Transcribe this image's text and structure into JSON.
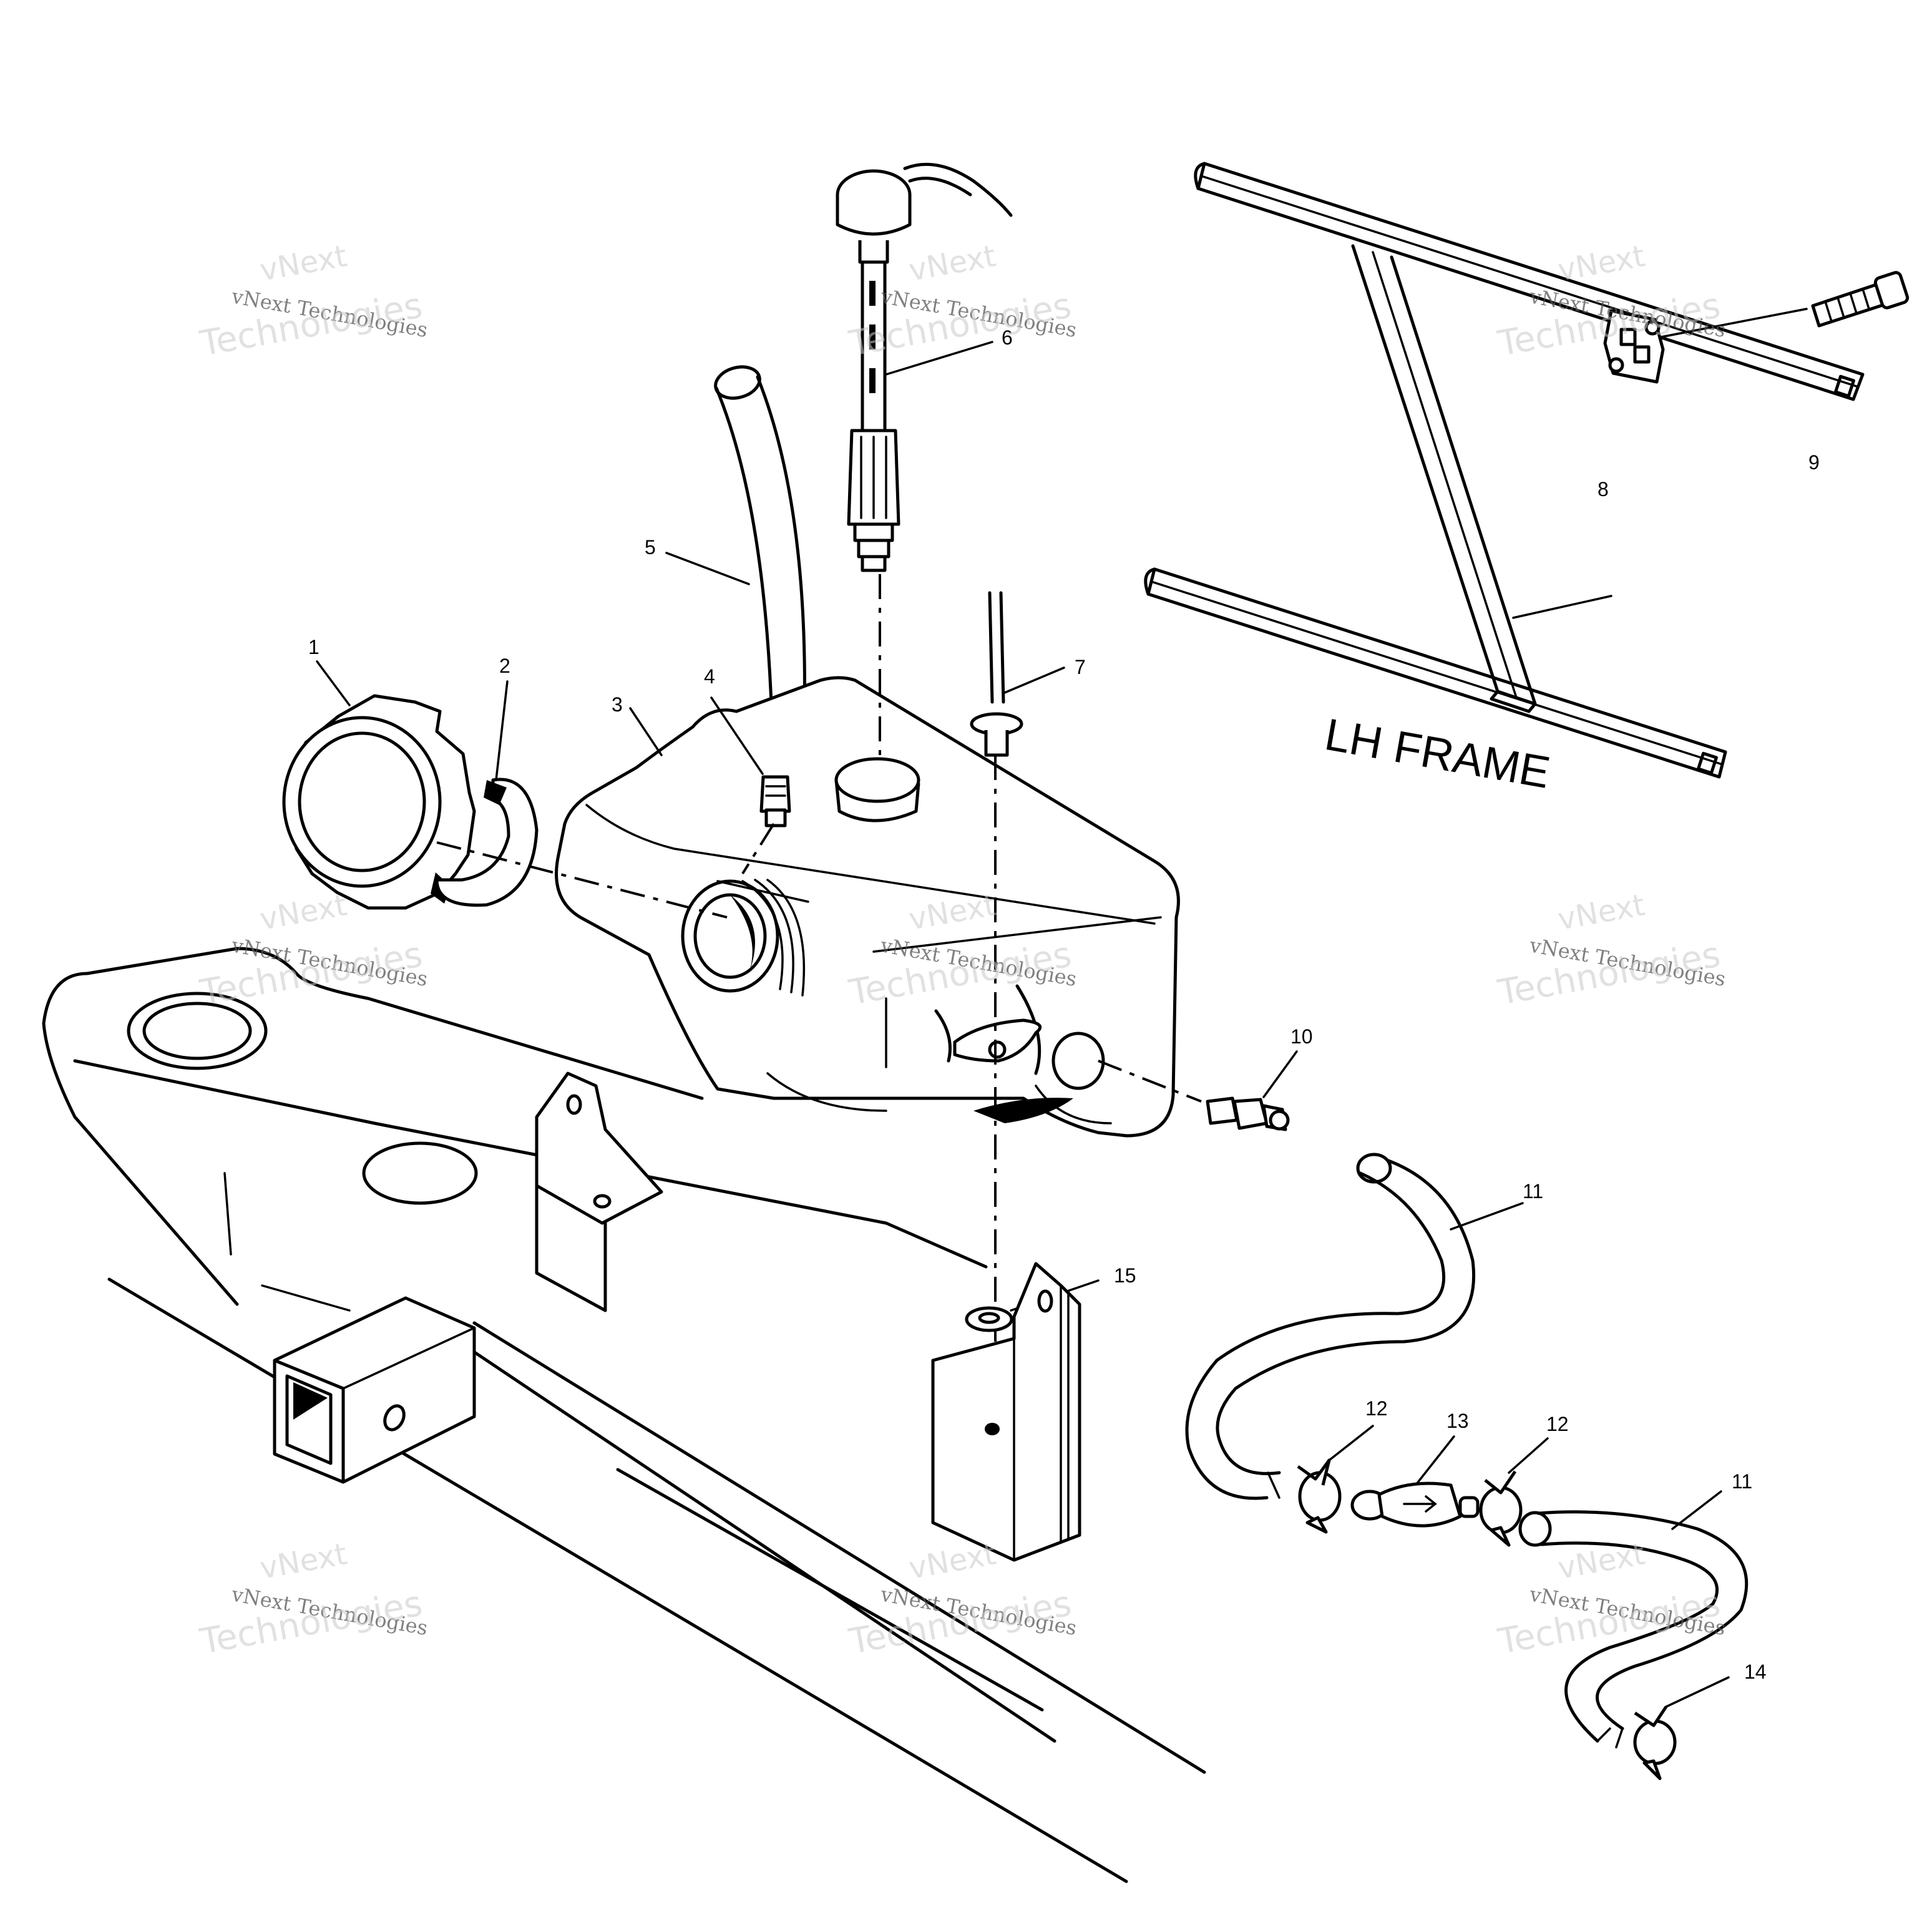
{
  "frame_label": "LH FRAME",
  "callouts": {
    "c1": "1",
    "c2": "2",
    "c3": "3",
    "c4": "4",
    "c5": "5",
    "c6": "6",
    "c7": "7",
    "c8": "8",
    "c9": "9",
    "c10": "10",
    "c11a": "11",
    "c11b": "11",
    "c12a": "12",
    "c12b": "12",
    "c13": "13",
    "c14": "14",
    "c15": "15"
  },
  "watermark": {
    "line1": "vNext",
    "line2": "vNext Technologies",
    "line3": "Technologies"
  }
}
